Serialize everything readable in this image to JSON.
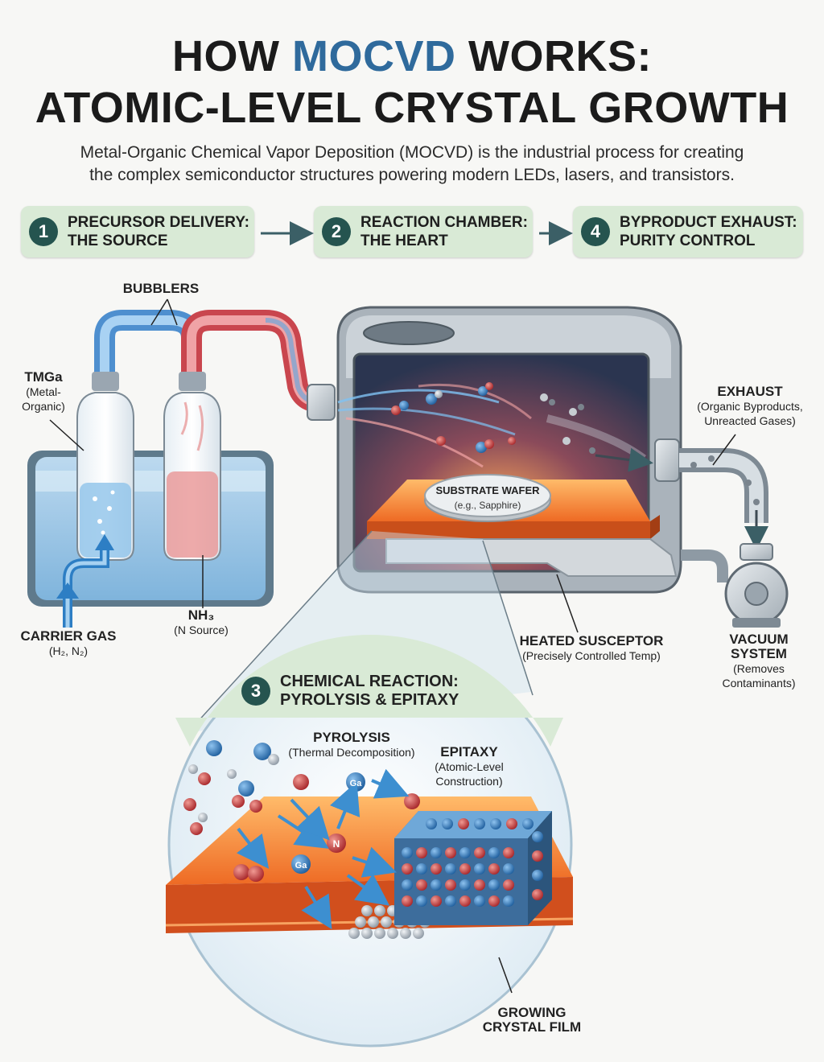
{
  "title": {
    "part1": "HOW ",
    "accent": "MOCVD",
    "part2": " WORKS:",
    "line2": "ATOMIC-LEVEL CRYSTAL GROWTH"
  },
  "subtitle": {
    "line1": "Metal-Organic Chemical Vapor Deposition (MOCVD) is the industrial process for creating",
    "line2": "the complex semiconductor structures powering modern LEDs, lasers, and transistors."
  },
  "steps": [
    {
      "num": "1",
      "line1": "PRECURSOR DELIVERY:",
      "line2": "THE SOURCE"
    },
    {
      "num": "2",
      "line1": "REACTION CHAMBER:",
      "line2": "THE HEART"
    },
    {
      "num": "4",
      "line1": "BYPRODUCT EXHAUST:",
      "line2": "PURITY CONTROL"
    }
  ],
  "detail_step": {
    "num": "3",
    "line1": "CHEMICAL REACTION:",
    "line2": "PYROLYSIS & EPITAXY"
  },
  "labels": {
    "bubblers": "BUBBLERS",
    "tmga": "TMGa",
    "tmga_sub1": "(Metal-",
    "tmga_sub2": "Organic)",
    "carrier": "CARRIER GAS",
    "carrier_sub": "(H₂, N₂)",
    "nh3": "NH₃",
    "nh3_sub": "(N Source)",
    "wafer": "SUBSTRATE WAFER",
    "wafer_sub": "(e.g., Sapphire)",
    "exhaust": "EXHAUST",
    "exhaust_sub1": "(Organic Byproducts,",
    "exhaust_sub2": "Unreacted Gases)",
    "susceptor": "HEATED SUSCEPTOR",
    "susceptor_sub": "(Precisely Controlled Temp)",
    "vacuum1": "VACUUM",
    "vacuum2": "SYSTEM",
    "vacuum_sub1": "(Removes",
    "vacuum_sub2": "Contaminants)",
    "pyrolysis": "PYROLYSIS",
    "pyrolysis_sub": "(Thermal Decomposition)",
    "epitaxy": "EPITAXY",
    "epitaxy_sub1": "(Atomic-Level",
    "epitaxy_sub2": "Construction)",
    "film1": "GROWING",
    "film2": "CRYSTAL FILM",
    "ga": "Ga",
    "n": "N"
  },
  "colors": {
    "accent": "#2f6a9c",
    "step_bg": "#d9ead6",
    "badge": "#25544f",
    "hot": "#f07a2a",
    "blue_gas": "#5aa7dc",
    "red_gas": "#d9544f"
  }
}
